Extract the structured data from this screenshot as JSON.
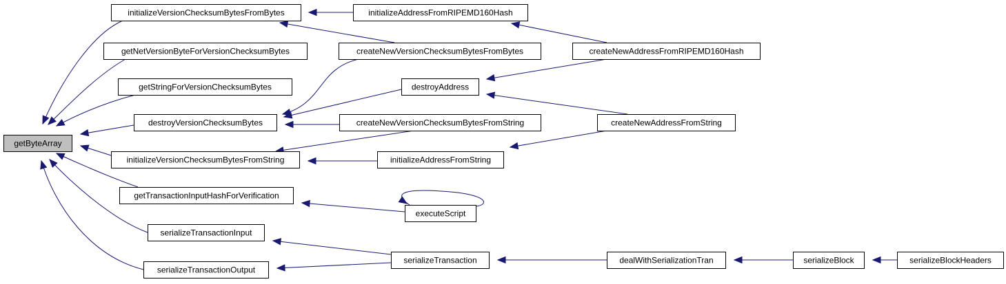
{
  "graph": {
    "colors": {
      "edge": "#191970",
      "root_fill": "#bfbfbf",
      "node_fill": "#ffffff",
      "node_border": "#000000"
    },
    "nodes": [
      {
        "id": "getByteArray",
        "label": "getByteArray",
        "root": true
      },
      {
        "id": "iVCBFB",
        "label": "initializeVersionChecksumBytesFromBytes"
      },
      {
        "id": "gNVB",
        "label": "getNetVersionByteForVersionChecksumBytes"
      },
      {
        "id": "gSFVCB",
        "label": "getStringForVersionChecksumBytes"
      },
      {
        "id": "dVCB",
        "label": "destroyVersionChecksumBytes"
      },
      {
        "id": "iVCBFS",
        "label": "initializeVersionChecksumBytesFromString"
      },
      {
        "id": "gTIH",
        "label": "getTransactionInputHashForVerification"
      },
      {
        "id": "sTI",
        "label": "serializeTransactionInput"
      },
      {
        "id": "sTO",
        "label": "serializeTransactionOutput"
      },
      {
        "id": "iAFR",
        "label": "initializeAddressFromRIPEMD160Hash"
      },
      {
        "id": "cNVCBFB",
        "label": "createNewVersionChecksumBytesFromBytes"
      },
      {
        "id": "dA",
        "label": "destroyAddress"
      },
      {
        "id": "cNVCBFS",
        "label": "createNewVersionChecksumBytesFromString"
      },
      {
        "id": "iAFS",
        "label": "initializeAddressFromString"
      },
      {
        "id": "eS",
        "label": "executeScript"
      },
      {
        "id": "sT",
        "label": "serializeTransaction"
      },
      {
        "id": "cNAFR",
        "label": "createNewAddressFromRIPEMD160Hash"
      },
      {
        "id": "cNAFS",
        "label": "createNewAddressFromString"
      },
      {
        "id": "dWST",
        "label": "dealWithSerializationTran"
      },
      {
        "id": "sB",
        "label": "serializeBlock"
      },
      {
        "id": "sBH",
        "label": "serializeBlockHeaders"
      }
    ],
    "edges": [
      {
        "from": "iVCBFB",
        "to": "getByteArray"
      },
      {
        "from": "gNVB",
        "to": "getByteArray"
      },
      {
        "from": "gSFVCB",
        "to": "getByteArray"
      },
      {
        "from": "dVCB",
        "to": "getByteArray"
      },
      {
        "from": "iVCBFS",
        "to": "getByteArray"
      },
      {
        "from": "gTIH",
        "to": "getByteArray"
      },
      {
        "from": "sTI",
        "to": "getByteArray"
      },
      {
        "from": "sTO",
        "to": "getByteArray"
      },
      {
        "from": "iAFR",
        "to": "iVCBFB"
      },
      {
        "from": "cNVCBFB",
        "to": "iVCBFB"
      },
      {
        "from": "cNAFR",
        "to": "iAFR"
      },
      {
        "from": "cNVCBFB",
        "to": "dVCB"
      },
      {
        "from": "dA",
        "to": "dVCB"
      },
      {
        "from": "cNVCBFS",
        "to": "dVCB"
      },
      {
        "from": "cNAFR",
        "to": "dA"
      },
      {
        "from": "cNAFS",
        "to": "dA"
      },
      {
        "from": "cNVCBFS",
        "to": "iVCBFS"
      },
      {
        "from": "iAFS",
        "to": "iVCBFS"
      },
      {
        "from": "cNAFS",
        "to": "iAFS"
      },
      {
        "from": "eS",
        "to": "gTIH"
      },
      {
        "from": "eS",
        "to": "eS"
      },
      {
        "from": "sT",
        "to": "sTI"
      },
      {
        "from": "sT",
        "to": "sTO"
      },
      {
        "from": "dWST",
        "to": "sT"
      },
      {
        "from": "sB",
        "to": "dWST"
      },
      {
        "from": "sBH",
        "to": "sB"
      }
    ]
  }
}
